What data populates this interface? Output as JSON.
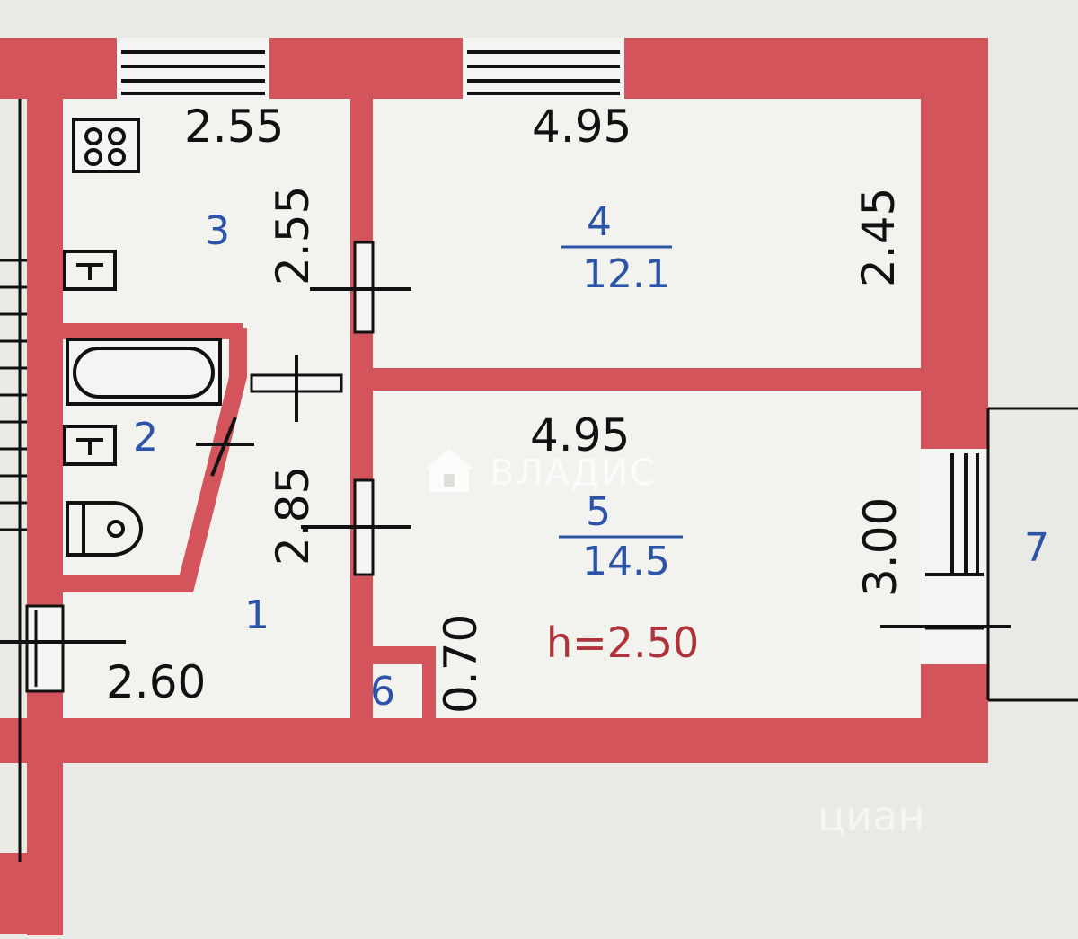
{
  "plan": {
    "ceiling_height": "h=2.50",
    "watermark_text": "ВЛАДИС",
    "watermark_cian": "циан",
    "wall_color": "#d4545c",
    "room_text_color": "#2b54a8",
    "dimension_text_color": "#111111",
    "rooms": [
      {
        "number": "1"
      },
      {
        "number": "2"
      },
      {
        "number": "3"
      },
      {
        "number": "4",
        "area": "12.1"
      },
      {
        "number": "5",
        "area": "14.5"
      },
      {
        "number": "6"
      },
      {
        "number": "7"
      }
    ],
    "dimensions": {
      "kitchen_width": "2.55",
      "kitchen_depth": "2.55",
      "room4_width": "4.95",
      "room4_depth": "2.45",
      "room5_width": "4.95",
      "room5_depth": "3.00",
      "hall_length": "2.85",
      "hall_width": "2.60",
      "closet_width": "0.70"
    }
  }
}
